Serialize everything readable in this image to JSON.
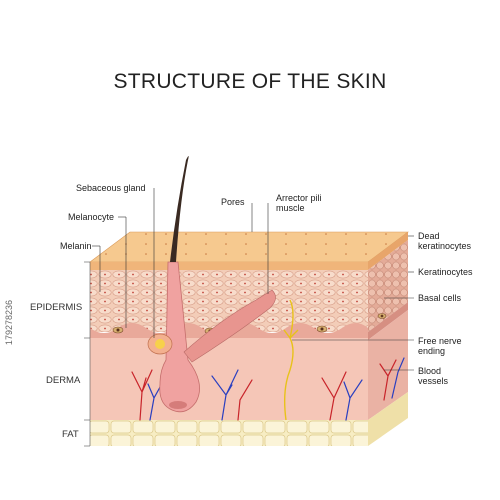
{
  "title": "STRUCTURE OF THE SKIN",
  "labels": {
    "sebaceous_gland": "Sebaceous gland",
    "melanocyte": "Melanocyte",
    "melanin": "Melanin",
    "pores": "Pores",
    "arrector_pili_muscle": "Arrector pili muscle",
    "dead_keratinocytes": "Dead keratinocytes",
    "keratinocytes": "Keratinocytes",
    "basal_cells": "Basal cells",
    "free_nerve_ending": "Free nerve ending",
    "blood_vessels": "Blood vessels"
  },
  "sections": {
    "epidermis": "EPIDERMIS",
    "derma": "DERMA",
    "fat": "FAT"
  },
  "watermark": "179278236",
  "colors": {
    "surface": "#f6c98f",
    "epidermis": "#f3cdb8",
    "dermis": "#f5c0b0",
    "fat": "#f7edc3",
    "hair": "#3a2a22",
    "follicle": "#f0a2a0",
    "artery": "#c8242a",
    "vein": "#2a3fc0",
    "nerve": "#e8c21a"
  }
}
